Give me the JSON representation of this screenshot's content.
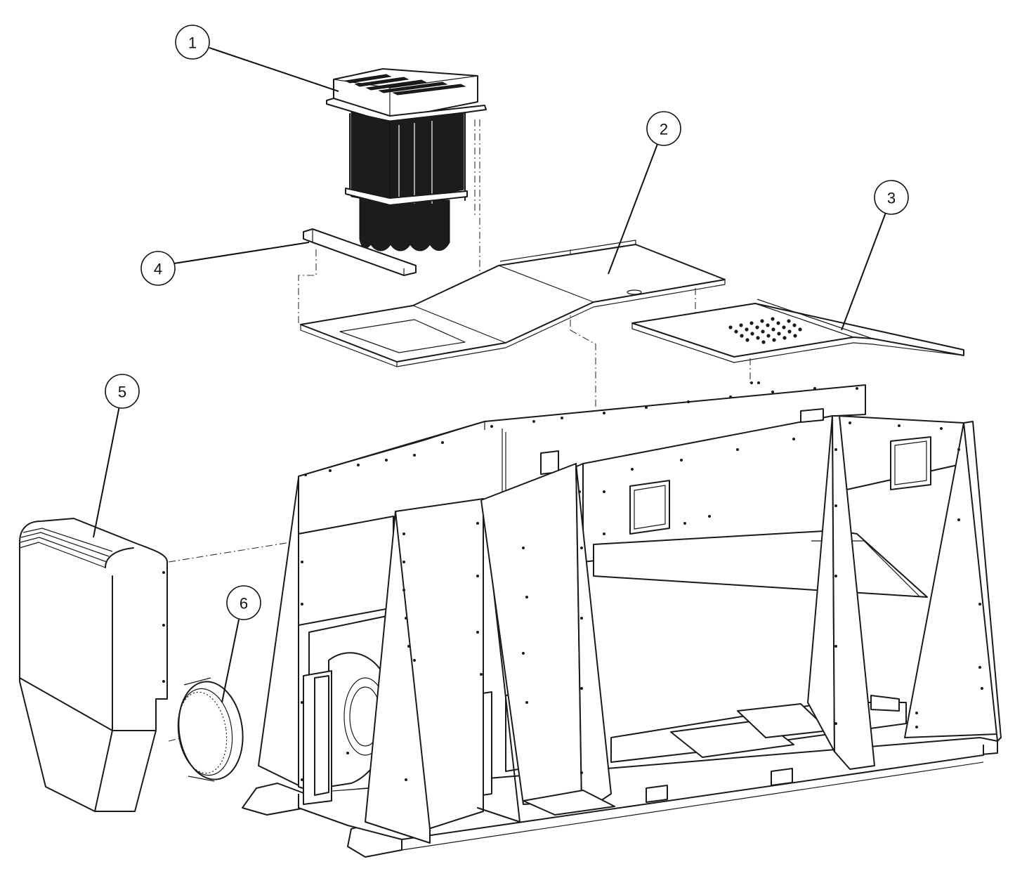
{
  "callouts": [
    {
      "id": "callout-1",
      "number": "1"
    },
    {
      "id": "callout-2",
      "number": "2"
    },
    {
      "id": "callout-3",
      "number": "3"
    },
    {
      "id": "callout-4",
      "number": "4"
    },
    {
      "id": "callout-5",
      "number": "5"
    },
    {
      "id": "callout-6",
      "number": "6"
    }
  ],
  "colors": {
    "line": "#1a1a1a",
    "background": "#ffffff"
  }
}
